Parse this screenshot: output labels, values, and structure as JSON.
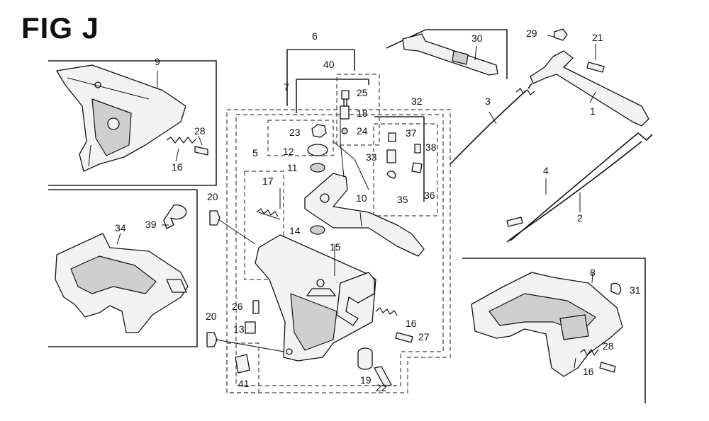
{
  "figure": {
    "title": "FIG J"
  },
  "callouts": {
    "c1": "1",
    "c2": "2",
    "c3": "3",
    "c4": "4",
    "c5": "5",
    "c6": "6",
    "c7": "7",
    "c8": "8",
    "c9": "9",
    "c10": "10",
    "c11": "11",
    "c12": "12",
    "c13": "13",
    "c14": "14",
    "c15": "15",
    "c16a": "16",
    "c16b": "16",
    "c16c": "16",
    "c17": "17",
    "c18": "18",
    "c19": "19",
    "c20a": "20",
    "c20b": "20",
    "c21": "21",
    "c22": "22",
    "c23": "23",
    "c24": "24",
    "c25": "25",
    "c26": "26",
    "c27": "27",
    "c28a": "28",
    "c28b": "28",
    "c29": "29",
    "c30": "30",
    "c31": "31",
    "c32": "32",
    "c33": "33",
    "c34": "34",
    "c35": "35",
    "c36": "36",
    "c37": "37",
    "c38": "38",
    "c39": "39",
    "c40": "40",
    "c41": "41"
  }
}
